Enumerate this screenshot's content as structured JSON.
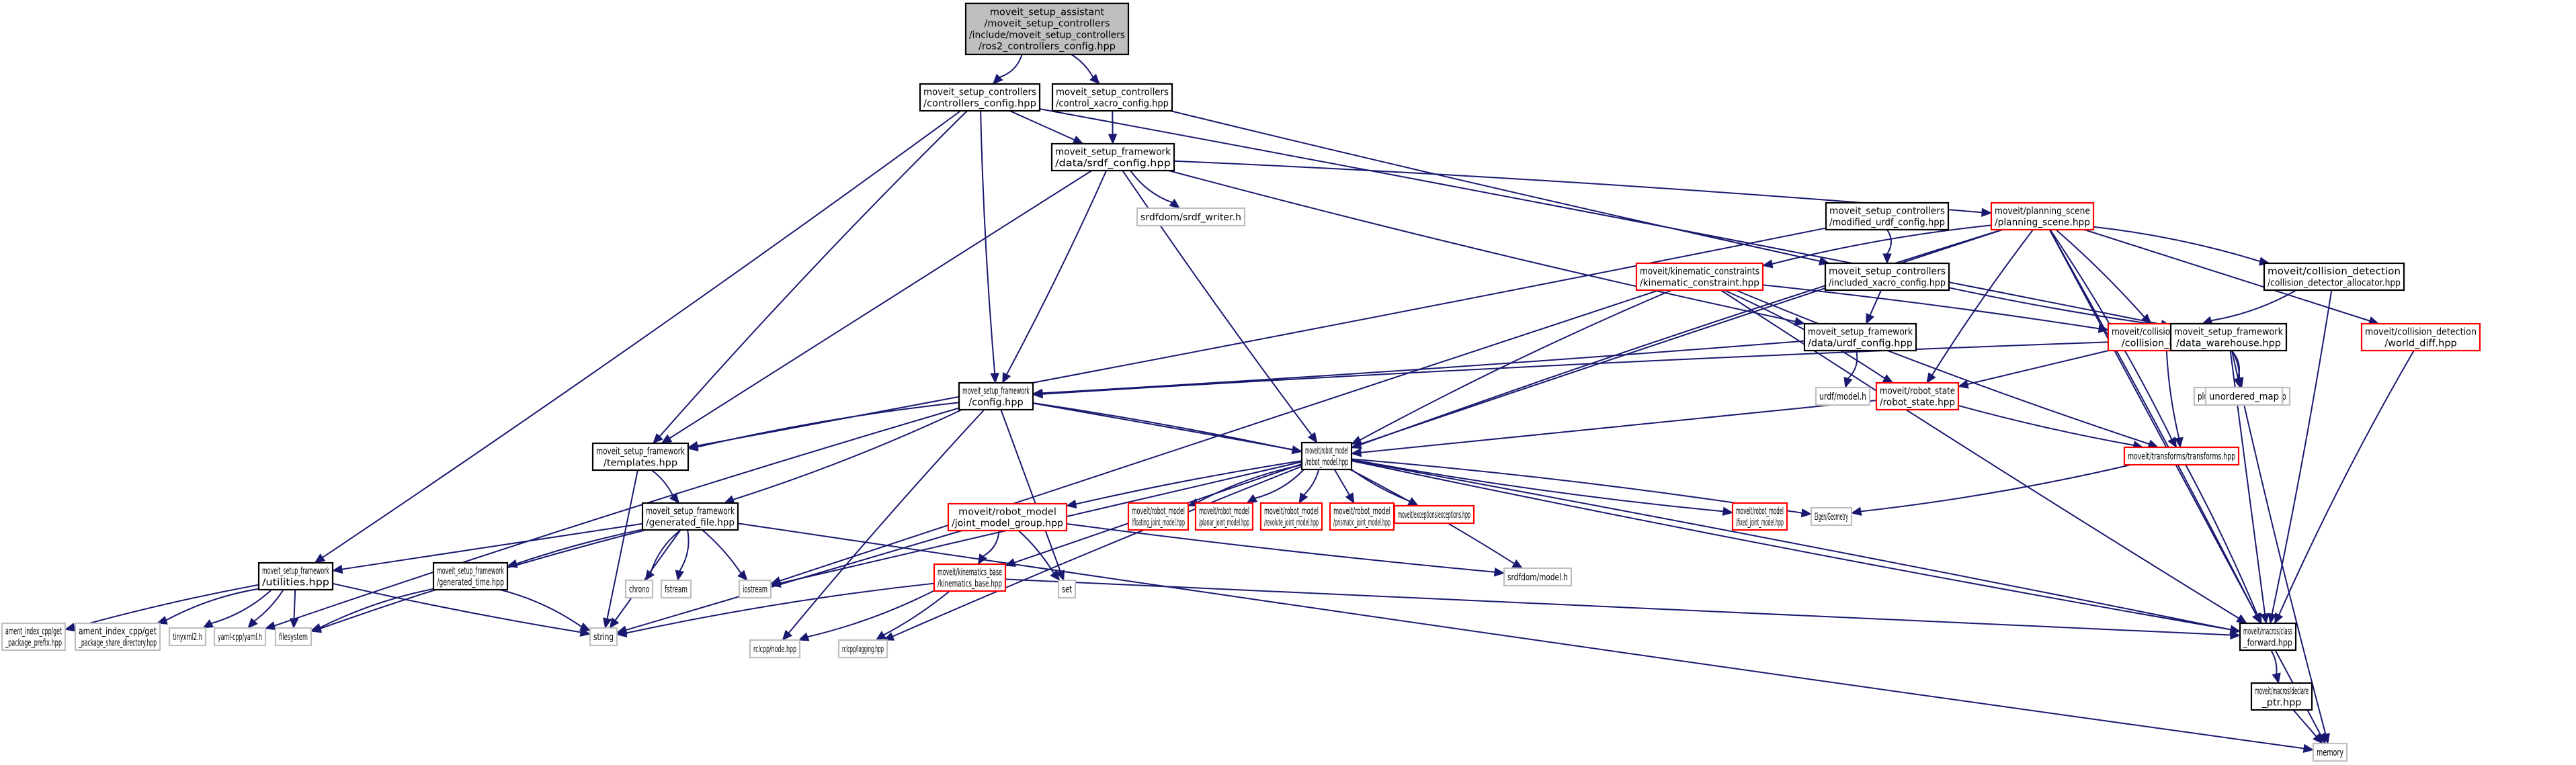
{
  "title": "Include dependency graph for ros2_controllers_config.hpp",
  "colors": {
    "edge": "#191970",
    "root_fill": "#bfbfbf",
    "doc_border": "#000000",
    "incomplete_border": "#ff0000",
    "external_border": "#bfbfbf"
  },
  "nodes": [
    {
      "id": "root",
      "kind": "root",
      "lines": [
        "moveit_setup_assistant",
        "/moveit_setup_controllers",
        "/include/moveit_setup_controllers",
        "/ros2_controllers_config.hpp"
      ]
    },
    {
      "id": "controllers_config",
      "kind": "doc",
      "lines": [
        "moveit_setup_controllers",
        "/controllers_config.hpp"
      ]
    },
    {
      "id": "control_xacro_config",
      "kind": "doc",
      "lines": [
        "moveit_setup_controllers",
        "/control_xacro_config.hpp"
      ]
    },
    {
      "id": "srdf_config",
      "kind": "doc",
      "lines": [
        "moveit_setup_framework",
        "/data/srdf_config.hpp"
      ]
    },
    {
      "id": "srdf_writer",
      "kind": "ext",
      "lines": [
        "srdfdom/srdf_writer.h"
      ]
    },
    {
      "id": "modified_urdf_config",
      "kind": "doc",
      "lines": [
        "moveit_setup_controllers",
        "/modified_urdf_config.hpp"
      ]
    },
    {
      "id": "planning_scene",
      "kind": "red",
      "lines": [
        "moveit/planning_scene",
        "/planning_scene.hpp"
      ]
    },
    {
      "id": "kinematic_constraint",
      "kind": "red",
      "lines": [
        "moveit/kinematic_constraints",
        "/kinematic_constraint.hpp"
      ]
    },
    {
      "id": "included_xacro_config",
      "kind": "doc",
      "lines": [
        "moveit_setup_controllers",
        "/included_xacro_config.hpp"
      ]
    },
    {
      "id": "collision_detector_allocator",
      "kind": "doc",
      "lines": [
        "moveit/collision_detection",
        "/collision_detector_allocator.hpp"
      ]
    },
    {
      "id": "collision_env",
      "kind": "red",
      "lines": [
        "moveit/collision_detection",
        "/collision_env.hpp"
      ]
    },
    {
      "id": "data_warehouse",
      "kind": "doc",
      "lines": [
        "moveit_setup_framework",
        "/data_warehouse.hpp"
      ]
    },
    {
      "id": "world_diff",
      "kind": "red",
      "lines": [
        "moveit/collision_detection",
        "/world_diff.hpp"
      ]
    },
    {
      "id": "urdf_config",
      "kind": "doc",
      "lines": [
        "moveit_setup_framework",
        "/data/urdf_config.hpp"
      ]
    },
    {
      "id": "urdf_model",
      "kind": "ext",
      "lines": [
        "urdf/model.h"
      ]
    },
    {
      "id": "robot_state",
      "kind": "red",
      "lines": [
        "moveit/robot_state",
        "/robot_state.hpp"
      ]
    },
    {
      "id": "class_loader",
      "kind": "ext",
      "lines": [
        "pluginlib/class_loader.hpp"
      ]
    },
    {
      "id": "unordered_map",
      "kind": "ext",
      "lines": [
        "unordered_map"
      ]
    },
    {
      "id": "config",
      "kind": "doc",
      "lines": [
        "moveit_setup_framework",
        "/config.hpp"
      ]
    },
    {
      "id": "templates",
      "kind": "doc",
      "lines": [
        "moveit_setup_framework",
        "/templates.hpp"
      ]
    },
    {
      "id": "robot_model",
      "kind": "doc",
      "lines": [
        "moveit/robot_model",
        "/robot_model.hpp"
      ]
    },
    {
      "id": "transforms",
      "kind": "red",
      "lines": [
        "moveit/transforms/transforms.hpp"
      ]
    },
    {
      "id": "generated_file",
      "kind": "doc",
      "lines": [
        "moveit_setup_framework",
        "/generated_file.hpp"
      ]
    },
    {
      "id": "joint_model_group",
      "kind": "red",
      "lines": [
        "moveit/robot_model",
        "/joint_model_group.hpp"
      ]
    },
    {
      "id": "floating_joint_model",
      "kind": "red",
      "lines": [
        "moveit/robot_model",
        "/floating_joint_model.hpp"
      ]
    },
    {
      "id": "planar_joint_model",
      "kind": "red",
      "lines": [
        "moveit/robot_model",
        "/planar_joint_model.hpp"
      ]
    },
    {
      "id": "revolute_joint_model",
      "kind": "red",
      "lines": [
        "moveit/robot_model",
        "/revolute_joint_model.hpp"
      ]
    },
    {
      "id": "prismatic_joint_model",
      "kind": "red",
      "lines": [
        "moveit/robot_model",
        "/prismatic_joint_model.hpp"
      ]
    },
    {
      "id": "exceptions",
      "kind": "red",
      "lines": [
        "moveit/exceptions/exceptions.hpp"
      ]
    },
    {
      "id": "fixed_joint_model",
      "kind": "red",
      "lines": [
        "moveit/robot_model",
        "/fixed_joint_model.hpp"
      ]
    },
    {
      "id": "eigen_geometry",
      "kind": "ext",
      "lines": [
        "Eigen/Geometry"
      ]
    },
    {
      "id": "utilities",
      "kind": "doc",
      "lines": [
        "moveit_setup_framework",
        "/utilities.hpp"
      ]
    },
    {
      "id": "generated_time",
      "kind": "doc",
      "lines": [
        "moveit_setup_framework",
        "/generated_time.hpp"
      ]
    },
    {
      "id": "chrono",
      "kind": "ext",
      "lines": [
        "chrono"
      ]
    },
    {
      "id": "fstream",
      "kind": "ext",
      "lines": [
        "fstream"
      ]
    },
    {
      "id": "iostream",
      "kind": "ext",
      "lines": [
        "iostream"
      ]
    },
    {
      "id": "kinematics_base",
      "kind": "red",
      "lines": [
        "moveit/kinematics_base",
        "/kinematics_base.hpp"
      ]
    },
    {
      "id": "set",
      "kind": "ext",
      "lines": [
        "set"
      ]
    },
    {
      "id": "srdf_model",
      "kind": "ext",
      "lines": [
        "srdfdom/model.h"
      ]
    },
    {
      "id": "get_package_prefix",
      "kind": "ext",
      "lines": [
        "ament_index_cpp/get",
        "_package_prefix.hpp"
      ]
    },
    {
      "id": "get_package_share_directory",
      "kind": "ext",
      "lines": [
        "ament_index_cpp/get",
        "_package_share_directory.hpp"
      ]
    },
    {
      "id": "tinyxml2",
      "kind": "ext",
      "lines": [
        "tinyxml2.h"
      ]
    },
    {
      "id": "yaml",
      "kind": "ext",
      "lines": [
        "yaml-cpp/yaml.h"
      ]
    },
    {
      "id": "filesystem",
      "kind": "ext",
      "lines": [
        "filesystem"
      ]
    },
    {
      "id": "string",
      "kind": "ext",
      "lines": [
        "string"
      ]
    },
    {
      "id": "rclcpp_node",
      "kind": "ext",
      "lines": [
        "rclcpp/node.hpp"
      ]
    },
    {
      "id": "rclcpp_logging",
      "kind": "ext",
      "lines": [
        "rclcpp/logging.hpp"
      ]
    },
    {
      "id": "class_forward",
      "kind": "doc",
      "lines": [
        "moveit/macros/class",
        "_forward.hpp"
      ]
    },
    {
      "id": "declare_ptr",
      "kind": "doc",
      "lines": [
        "moveit/macros/declare",
        "_ptr.hpp"
      ]
    },
    {
      "id": "memory",
      "kind": "ext",
      "lines": [
        "memory"
      ]
    }
  ],
  "edges": [
    [
      "root",
      "controllers_config"
    ],
    [
      "root",
      "control_xacro_config"
    ],
    [
      "controllers_config",
      "srdf_config"
    ],
    [
      "controllers_config",
      "config"
    ],
    [
      "controllers_config",
      "templates"
    ],
    [
      "controllers_config",
      "utilities"
    ],
    [
      "controllers_config",
      "data_warehouse"
    ],
    [
      "control_xacro_config",
      "srdf_config"
    ],
    [
      "control_xacro_config",
      "included_xacro_config"
    ],
    [
      "srdf_config",
      "srdf_writer"
    ],
    [
      "srdf_config",
      "planning_scene"
    ],
    [
      "srdf_config",
      "config"
    ],
    [
      "srdf_config",
      "templates"
    ],
    [
      "srdf_config",
      "robot_model"
    ],
    [
      "srdf_config",
      "urdf_config"
    ],
    [
      "modified_urdf_config",
      "included_xacro_config"
    ],
    [
      "modified_urdf_config",
      "templates"
    ],
    [
      "included_xacro_config",
      "urdf_config"
    ],
    [
      "included_xacro_config",
      "data_warehouse"
    ],
    [
      "planning_scene",
      "kinematic_constraint"
    ],
    [
      "planning_scene",
      "collision_detector_allocator"
    ],
    [
      "planning_scene",
      "collision_env"
    ],
    [
      "planning_scene",
      "world_diff"
    ],
    [
      "planning_scene",
      "robot_state"
    ],
    [
      "planning_scene",
      "robot_model"
    ],
    [
      "planning_scene",
      "transforms"
    ],
    [
      "planning_scene",
      "class_forward"
    ],
    [
      "planning_scene",
      "memory"
    ],
    [
      "planning_scene",
      "kinematics_base"
    ],
    [
      "kinematic_constraint",
      "robot_model"
    ],
    [
      "kinematic_constraint",
      "robot_state"
    ],
    [
      "kinematic_constraint",
      "collision_env"
    ],
    [
      "kinematic_constraint",
      "iostream"
    ],
    [
      "kinematic_constraint",
      "class_forward"
    ],
    [
      "kinematic_constraint",
      "transforms"
    ],
    [
      "collision_detector_allocator",
      "collision_env"
    ],
    [
      "collision_detector_allocator",
      "class_forward"
    ],
    [
      "collision_env",
      "robot_state"
    ],
    [
      "collision_env",
      "transforms"
    ],
    [
      "data_warehouse",
      "config"
    ],
    [
      "data_warehouse",
      "class_loader"
    ],
    [
      "data_warehouse",
      "unordered_map"
    ],
    [
      "data_warehouse",
      "class_forward"
    ],
    [
      "data_warehouse",
      "memory"
    ],
    [
      "world_diff",
      "class_forward"
    ],
    [
      "urdf_config",
      "urdf_model"
    ],
    [
      "urdf_config",
      "config"
    ],
    [
      "robot_state",
      "robot_model"
    ],
    [
      "robot_state",
      "transforms"
    ],
    [
      "config",
      "templates"
    ],
    [
      "config",
      "generated_file"
    ],
    [
      "config",
      "robot_model"
    ],
    [
      "config",
      "set"
    ],
    [
      "config",
      "rclcpp_node"
    ],
    [
      "config",
      "yaml"
    ],
    [
      "config",
      "class_forward"
    ],
    [
      "templates",
      "generated_file"
    ],
    [
      "templates",
      "string"
    ],
    [
      "robot_model",
      "joint_model_group"
    ],
    [
      "robot_model",
      "floating_joint_model"
    ],
    [
      "robot_model",
      "planar_joint_model"
    ],
    [
      "robot_model",
      "revolute_joint_model"
    ],
    [
      "robot_model",
      "prismatic_joint_model"
    ],
    [
      "robot_model",
      "exceptions"
    ],
    [
      "robot_model",
      "fixed_joint_model"
    ],
    [
      "robot_model",
      "eigen_geometry"
    ],
    [
      "robot_model",
      "srdf_model"
    ],
    [
      "robot_model",
      "iostream"
    ],
    [
      "robot_model",
      "rclcpp_logging"
    ],
    [
      "robot_model",
      "class_forward"
    ],
    [
      "transforms",
      "eigen_geometry"
    ],
    [
      "transforms",
      "class_forward"
    ],
    [
      "generated_file",
      "utilities"
    ],
    [
      "generated_file",
      "generated_time"
    ],
    [
      "generated_file",
      "chrono"
    ],
    [
      "generated_file",
      "fstream"
    ],
    [
      "generated_file",
      "iostream"
    ],
    [
      "generated_file",
      "string"
    ],
    [
      "generated_file",
      "memory"
    ],
    [
      "generated_file",
      "filesystem"
    ],
    [
      "joint_model_group",
      "kinematics_base"
    ],
    [
      "joint_model_group",
      "set"
    ],
    [
      "joint_model_group",
      "string"
    ],
    [
      "joint_model_group",
      "srdf_model"
    ],
    [
      "kinematics_base",
      "string"
    ],
    [
      "kinematics_base",
      "rclcpp_node"
    ],
    [
      "kinematics_base",
      "rclcpp_logging"
    ],
    [
      "kinematics_base",
      "class_forward"
    ],
    [
      "utilities",
      "get_package_prefix"
    ],
    [
      "utilities",
      "get_package_share_directory"
    ],
    [
      "utilities",
      "tinyxml2"
    ],
    [
      "utilities",
      "yaml"
    ],
    [
      "utilities",
      "filesystem"
    ],
    [
      "utilities",
      "string"
    ],
    [
      "generated_time",
      "filesystem"
    ],
    [
      "generated_time",
      "string"
    ],
    [
      "class_forward",
      "declare_ptr"
    ],
    [
      "declare_ptr",
      "memory"
    ]
  ]
}
